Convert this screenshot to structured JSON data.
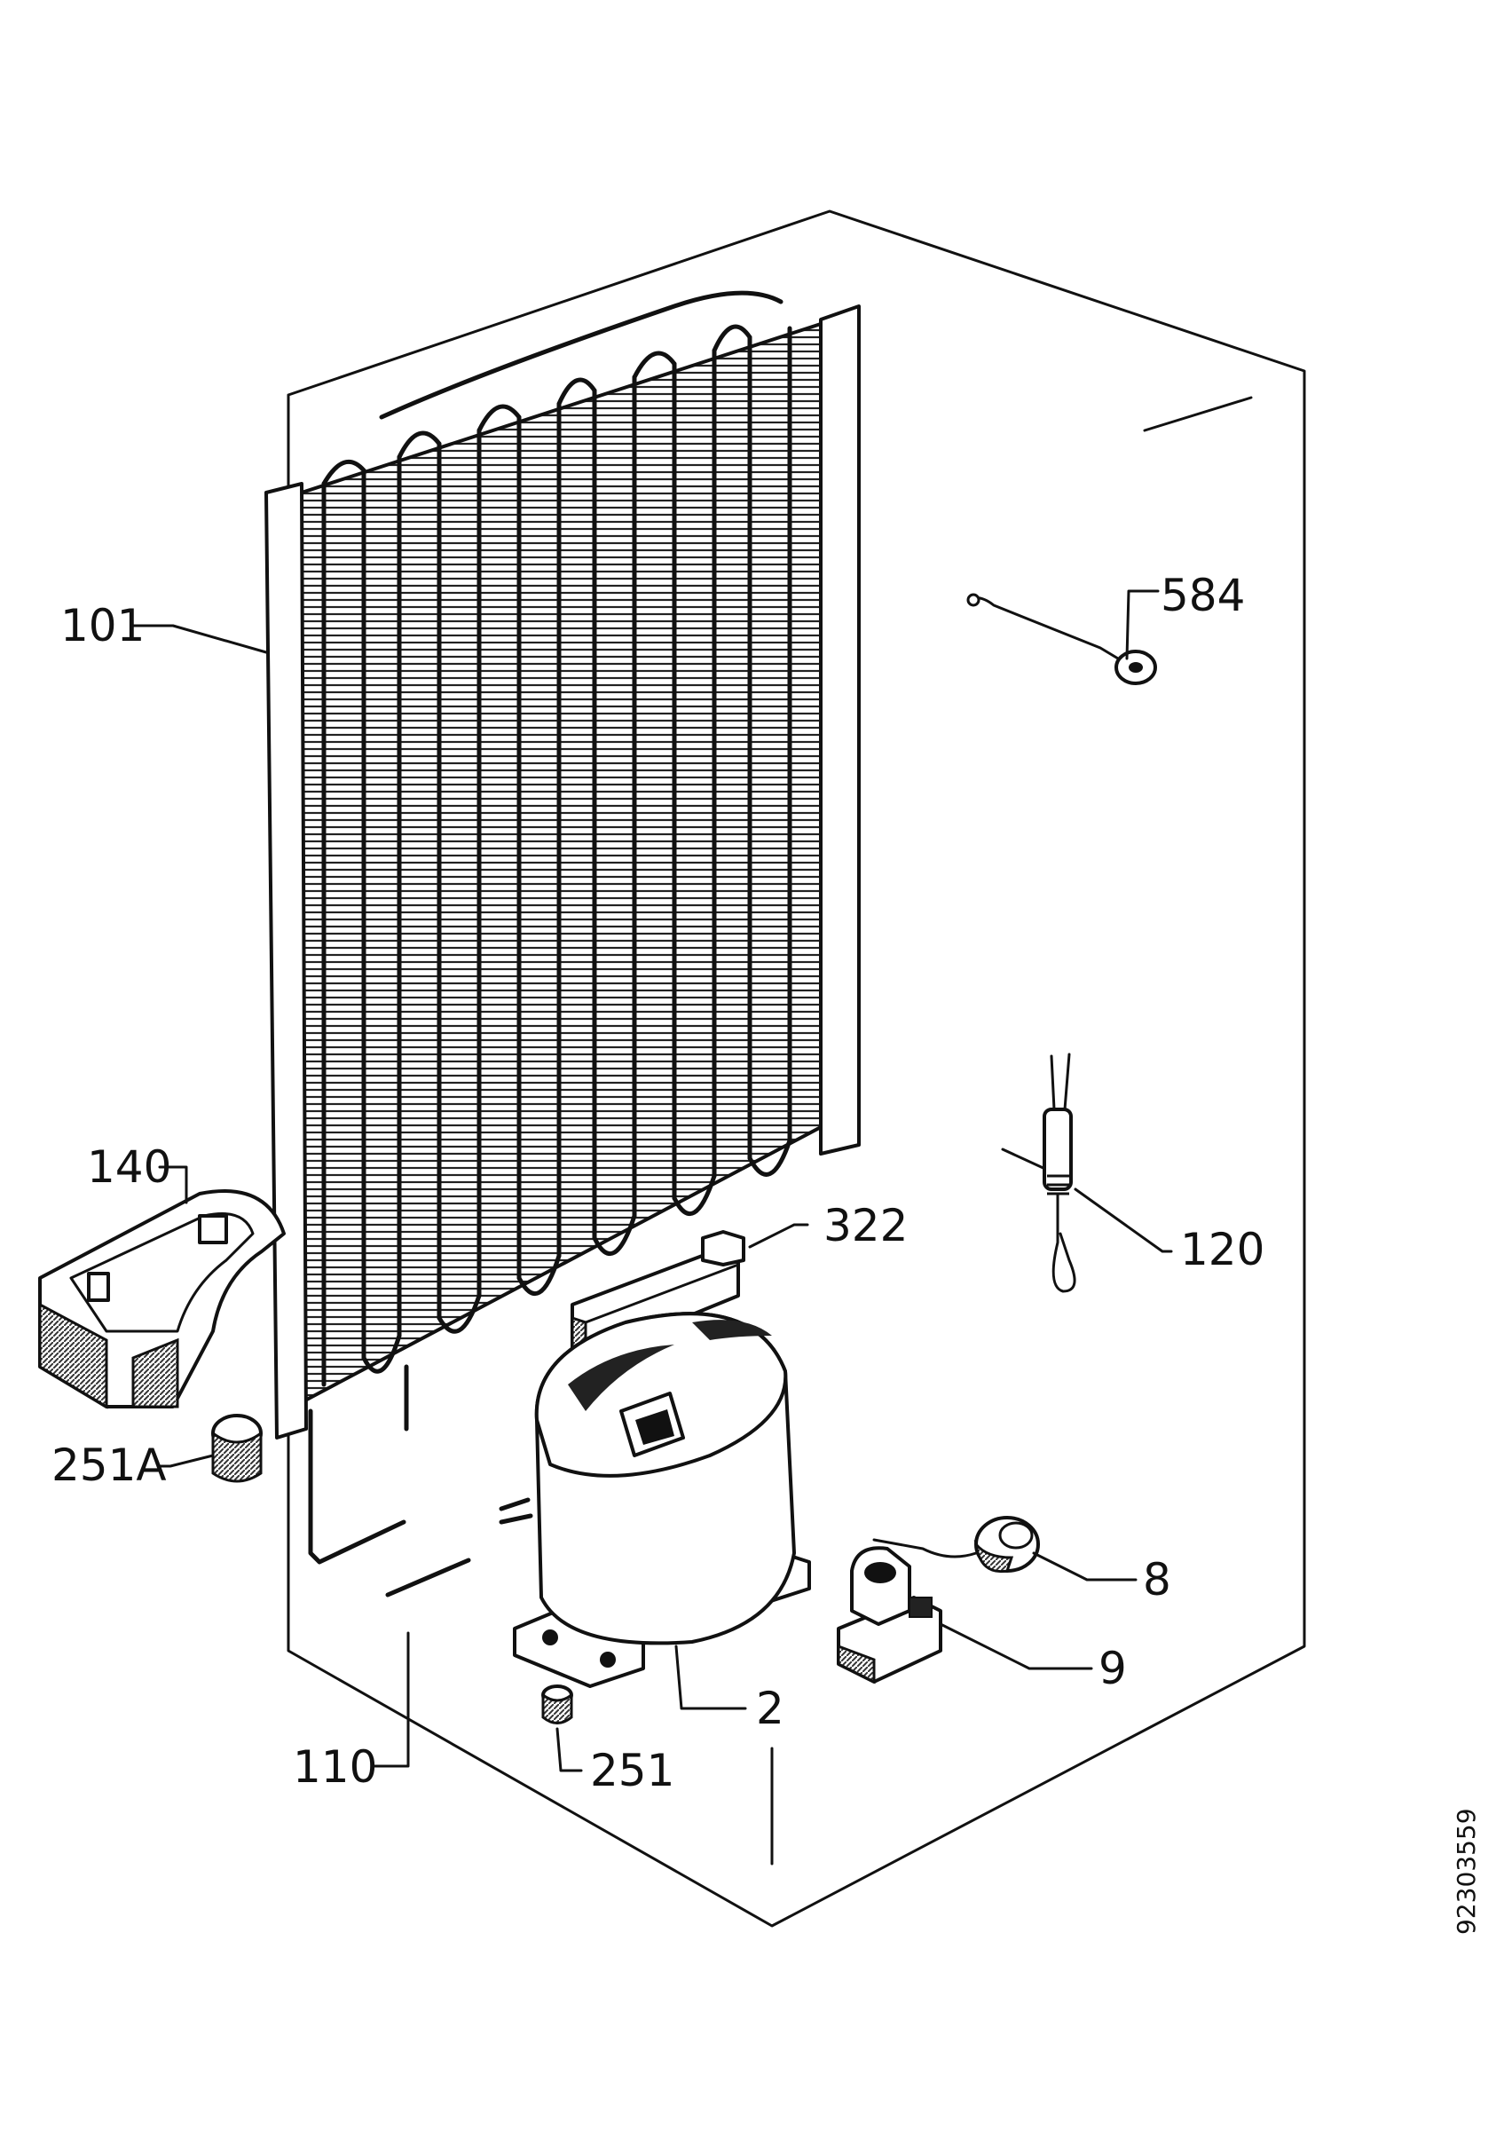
{
  "diagram": {
    "doc_number": "92303559",
    "labels": {
      "p101": "101",
      "p584": "584",
      "p140": "140",
      "p322": "322",
      "p120": "120",
      "p251a": "251A",
      "p8": "8",
      "p9": "9",
      "p2": "2",
      "p110": "110",
      "p251": "251"
    }
  }
}
